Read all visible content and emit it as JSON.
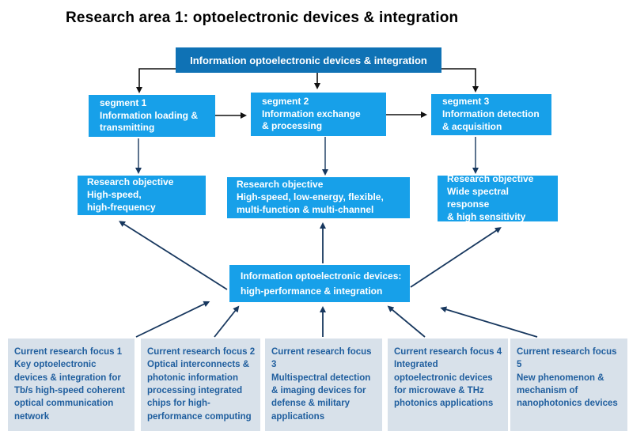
{
  "title": "Research area 1: optoelectronic devices & integration",
  "colors": {
    "root_box": "#0F72B5",
    "node_box": "#17A0E9",
    "focus_box_bg": "#D8E1EA",
    "focus_text": "#1F5E9E",
    "arrow_black": "#111111",
    "arrow_navy": "#17375E"
  },
  "root": {
    "label": "Information optoelectronic devices & integration"
  },
  "segments": [
    {
      "name": "segment 1",
      "line1": "Information loading &",
      "line2": "transmitting"
    },
    {
      "name": "segment 2",
      "line1": "Information exchange",
      "line2": "& processing"
    },
    {
      "name": "segment 3",
      "line1": "Information detection",
      "line2": "& acquisition"
    }
  ],
  "objectives": [
    {
      "heading": "Research objective",
      "line1": "High-speed,",
      "line2": "high-frequency"
    },
    {
      "heading": "Research objective",
      "line1": "High-speed, low-energy, flexible,",
      "line2": "multi-function & multi-channel"
    },
    {
      "heading": "Research objective",
      "line1": "Wide spectral response",
      "line2": "& high sensitivity"
    }
  ],
  "hub": {
    "line1": "Information optoelectronic devices:",
    "line2": "high-performance & integration"
  },
  "focuses": [
    {
      "heading": "Current research focus 1",
      "body": "Key optoelectronic devices & integration for Tb/s high-speed coherent optical communication network"
    },
    {
      "heading": "Current research focus 2",
      "body": "Optical interconnects & photonic information processing integrated chips for high-performance computing"
    },
    {
      "heading": "Current research focus 3",
      "body": "Multispectral detection & imaging devices for defense & military applications"
    },
    {
      "heading": "Current research focus 4",
      "body": "Integrated optoelectronic devices for microwave & THz photonics applications"
    },
    {
      "heading": "Current research focus 5",
      "body": "New phenomenon & mechanism of nanophotonics devices"
    }
  ]
}
